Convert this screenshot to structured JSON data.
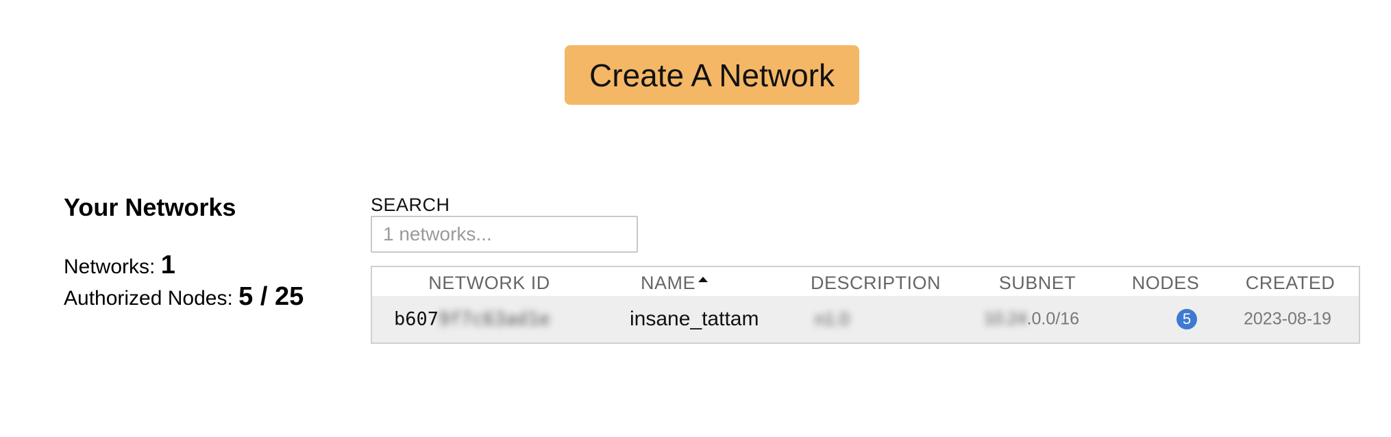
{
  "header": {
    "create_button_label": "Create A Network"
  },
  "summary": {
    "title": "Your Networks",
    "networks_label": "Networks: ",
    "networks_count": "1",
    "authorized_nodes_label": "Authorized Nodes: ",
    "authorized_nodes_value": "5 / 25"
  },
  "search": {
    "label": "SEARCH",
    "placeholder": "1 networks..."
  },
  "table": {
    "columns": {
      "network_id": "NETWORK ID",
      "name": "NAME",
      "description": "DESCRIPTION",
      "subnet": "SUBNET",
      "nodes": "NODES",
      "created": "CREATED"
    },
    "sort": {
      "column": "name",
      "direction": "ascending"
    },
    "rows": [
      {
        "network_id_visible": "b607",
        "network_id_redacted": "9f7c63ad1e",
        "name": "insane_tattam",
        "description_redacted": "n1.0",
        "subnet_redacted": "10.24",
        "subnet_visible": ".0.0/16",
        "nodes": "5",
        "created": "2023-08-19"
      }
    ]
  },
  "colors": {
    "create_button_bg": "#f4b766",
    "nodes_badge_bg": "#3e7ad1",
    "row_bg": "#eeeeee"
  }
}
